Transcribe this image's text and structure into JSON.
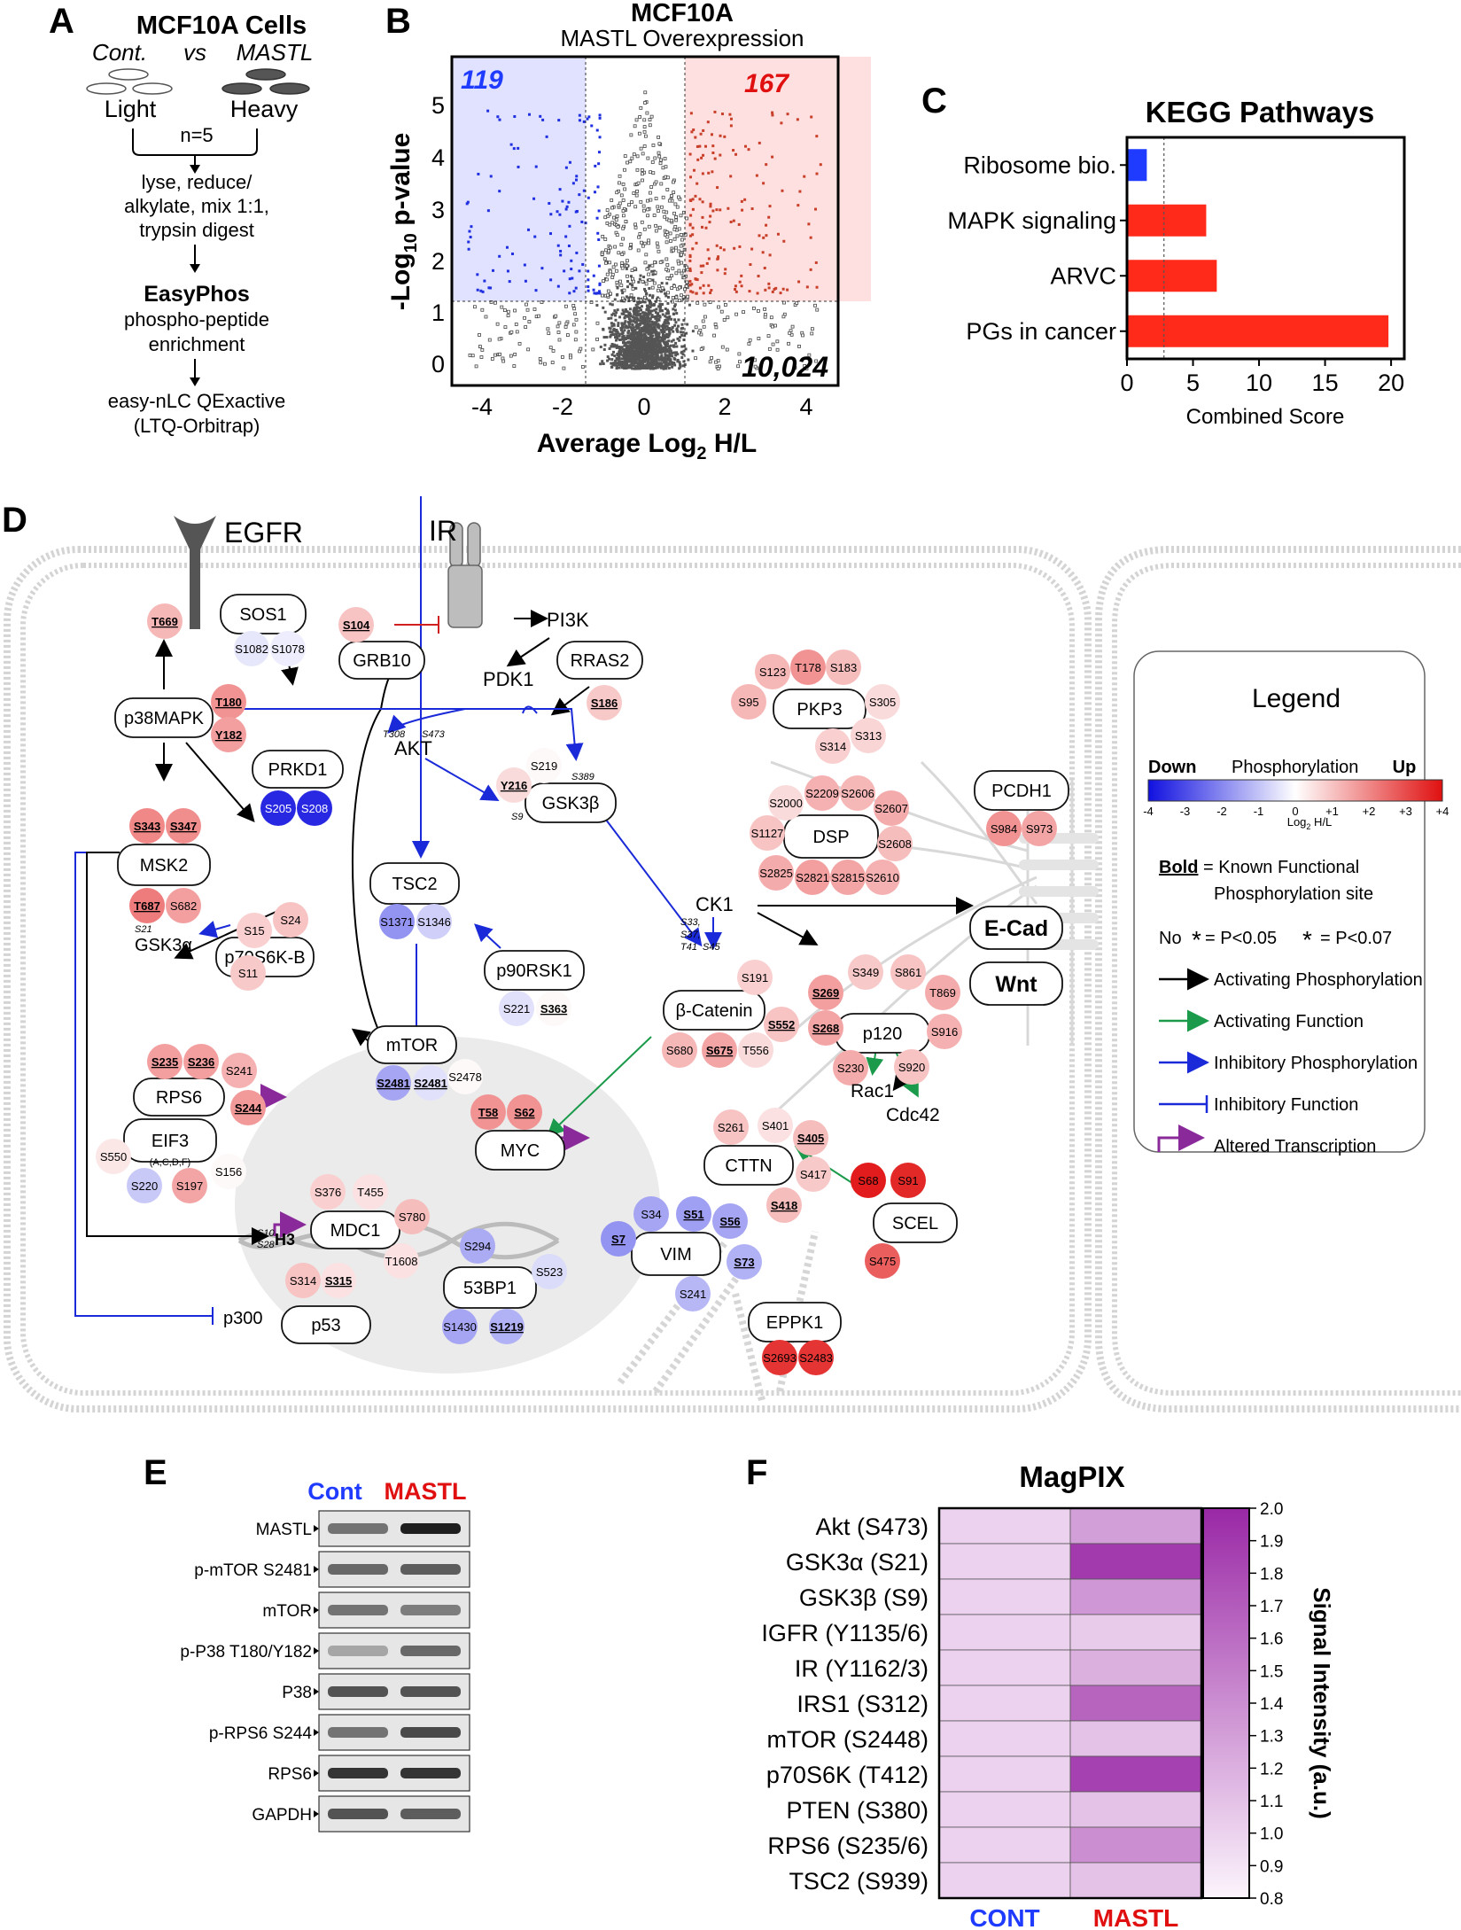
{
  "labels": {
    "A": "A",
    "B": "B",
    "C": "C",
    "D": "D",
    "E": "E",
    "F": "F"
  },
  "panelA": {
    "title": "MCF10A Cells",
    "cont": "Cont.",
    "vs": "vs",
    "mastl": "MASTL",
    "light": "Light",
    "heavy": "Heavy",
    "n": "n=5",
    "step1": [
      "lyse, reduce/",
      "alkylate, mix 1:1,",
      "trypsin digest"
    ],
    "easy": "EasyPhos",
    "step2": [
      "phospho-peptide",
      "enrichment"
    ],
    "step3": [
      "easy-nLC QExactive",
      "(LTQ-Orbitrap)"
    ]
  },
  "panelB": {
    "title": "MCF10A",
    "subtitle": "MASTL Overexpression",
    "down_count": "119",
    "up_count": "167",
    "total": "10,024",
    "ylabel": "-Log",
    "ylabel_sub": "10",
    "ylabel_end": " p-value",
    "xlabel": "Average Log",
    "xlabel_sub": "2",
    "xlabel_end": " H/L",
    "xticks": [
      "-4",
      "-2",
      "0",
      "2",
      "4"
    ],
    "yticks": [
      "0",
      "1",
      "2",
      "3",
      "4",
      "5"
    ]
  },
  "panelE": {
    "cont": "Cont",
    "mastl": "MASTL",
    "rows": [
      "MASTL",
      "p-mTOR S2481",
      "mTOR",
      "p-P38 T180/Y182",
      "P38",
      "p-RPS6 S244",
      "RPS6",
      "GAPDH"
    ]
  },
  "panelD": {
    "egfr": "EGFR",
    "ir": "IR",
    "pi3k": "PI3K",
    "pdk1": "PDK1",
    "akt": "AKT",
    "t308": "T308",
    "s473": "S473",
    "sos1": "SOS1",
    "grb10": "GRB10",
    "rras2": "RRAS2",
    "p38": "p38MAPK",
    "prkd1": "PRKD1",
    "gsk3b": "GSK3β",
    "msk2": "MSK2",
    "tsc2": "TSC2",
    "p70": "p70S6K-B",
    "gsk3a": "GSK3α",
    "s21": "S21",
    "p90": "p90RSK1",
    "mtor": "mTOR",
    "rps6": "RPS6",
    "eif3": "EIF3",
    "eif3sub": "(A,C,D,F)",
    "mdc1": "MDC1",
    "myc": "MYC",
    "h3": "H3",
    "s10": "S10",
    "s28": "S28",
    "bp53": "53BP1",
    "p53": "p53",
    "p300": "p300",
    "ck1": "CK1",
    "bcat": "β-Catenin",
    "bcatsites": [
      "S33,",
      "S37,",
      "T41",
      "S45"
    ],
    "p120": "p120",
    "pkp3": "PKP3",
    "dsp": "DSP",
    "pcdh1": "PCDH1",
    "ecad": "E-Cad",
    "wnt": "Wnt",
    "rac1": "Rac1",
    "cdc42": "Cdc42",
    "cttn": "CTTN",
    "vim": "VIM",
    "scel": "SCEL",
    "eppk1": "EPPK1",
    "s9": "S9",
    "s389": "S389",
    "legend": {
      "title": "Legend",
      "down": "Down",
      "phos": "Phosphorylation",
      "up": "Up",
      "ticks": [
        "-4",
        "-3",
        "-2",
        "-1",
        "0",
        "+1",
        "+2",
        "+3",
        "+4"
      ],
      "unit": "Log",
      "unit_sub": "2",
      "unit_end": " H/L",
      "bold": "Bold",
      "bold_desc1": "= Known Functional",
      "bold_desc2": "Phosphorylation site",
      "no": "No",
      "p05": "= P<0.05",
      "p07": "= P<0.07",
      "act_phos": "Activating Phosphorylation",
      "act_fun": "Activating Function",
      "inh_phos": "Inhibitory Phosphorylation",
      "inh_fun": "Inhibitory Function",
      "alt": "Altered Transcription"
    }
  },
  "chart_data": [
    {
      "type": "scatter",
      "panel": "B",
      "title": "MCF10A",
      "subtitle": "MASTL Overexpression",
      "xlabel": "Average Log2 H/L",
      "ylabel": "-Log10 p-value",
      "xlim": [
        -4.5,
        4.5
      ],
      "ylim": [
        -0.3,
        5.6
      ],
      "thresholds": {
        "x": [
          -1,
          1
        ],
        "y": 1.3
      },
      "counts": {
        "down": 119,
        "up": 167,
        "total": 10024
      }
    },
    {
      "type": "bar",
      "panel": "C",
      "orientation": "horizontal",
      "title": "KEGG Pathways",
      "xlabel": "Combined Score",
      "categories": [
        "Ribosome bio.",
        "MAPK signaling",
        "ARVC",
        "PGs in cancer"
      ],
      "values": [
        1.5,
        6.0,
        6.8,
        19.8
      ],
      "colors": [
        "#1f3bff",
        "#ff2a1a",
        "#ff2a1a",
        "#ff2a1a"
      ],
      "xlim": [
        0,
        21
      ],
      "xticks": [
        0,
        5,
        10,
        15,
        20
      ],
      "threshold": 2.8
    },
    {
      "type": "heatmap",
      "panel": "F",
      "title": "MagPIX",
      "zlabel": "Signal Intensity (a.u.)",
      "columns": [
        "CONT",
        "MASTL"
      ],
      "rows": [
        "Akt (S473)",
        "GSK3α (S21)",
        "GSK3β (S9)",
        "IGFR (Y1135/6)",
        "IR (Y1162/3)",
        "IRS1 (S312)",
        "mTOR (S2448)",
        "p70S6K (T412)",
        "PTEN (S380)",
        "RPS6 (S235/6)",
        "TSC2 (S939)"
      ],
      "values": [
        [
          1.0,
          1.3
        ],
        [
          1.0,
          1.9
        ],
        [
          1.0,
          1.35
        ],
        [
          1.0,
          1.05
        ],
        [
          1.0,
          1.2
        ],
        [
          1.0,
          1.65
        ],
        [
          1.0,
          1.1
        ],
        [
          1.0,
          1.85
        ],
        [
          1.0,
          1.1
        ],
        [
          1.0,
          1.4
        ],
        [
          1.0,
          1.1
        ]
      ],
      "significance": [
        "",
        "***",
        "",
        "",
        "",
        "*",
        "",
        "***",
        "",
        "",
        ""
      ],
      "zlim": [
        0.8,
        2.0
      ],
      "zticks": [
        "0.8",
        "0.9",
        "1.0",
        "1.1",
        "1.2",
        "1.3",
        "1.4",
        "1.5",
        "1.6",
        "1.7",
        "1.8",
        "1.9",
        "2.0"
      ]
    }
  ]
}
